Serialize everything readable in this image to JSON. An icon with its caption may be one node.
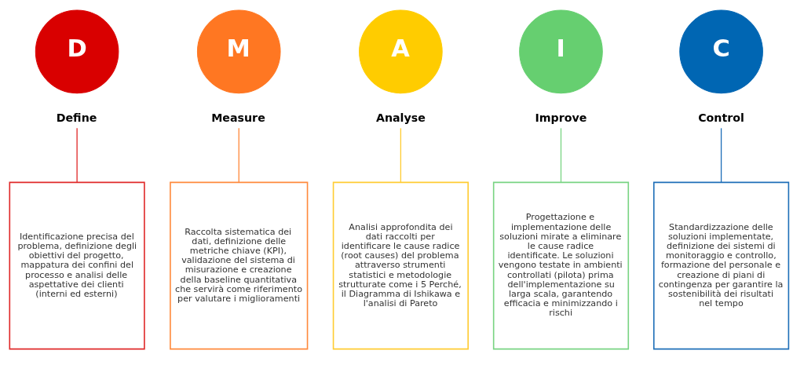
{
  "diagram": {
    "nodes": [
      {
        "text": [
          "D"
        ]
      },
      {
        "text": [
          "M"
        ]
      },
      {
        "text": [
          "A"
        ]
      },
      {
        "text": [
          "I"
        ]
      },
      {
        "text": [
          "C"
        ]
      },
      {
        "text": [
          "Define"
        ]
      },
      {
        "text": [
          "Measure"
        ]
      },
      {
        "text": [
          "Analyse"
        ]
      },
      {
        "text": [
          "Improve"
        ]
      },
      {
        "text": [
          "Control"
        ]
      },
      {
        "text": [
          "Identificazione precisa del problema, definizione degli obiettivi del progetto, mappatura dei confini del processo e analisi delle aspettative dei clienti (interni ed esterni)"
        ]
      },
      {
        "text": [
          "Raccolta sistematica dei dati, definizione delle metriche chiave (KPI), validazione del sistema di misurazione e creazione della baseline quantitativa che servirà come riferimento per valutare i miglioramenti"
        ]
      },
      {
        "text": [
          "Analisi approfondita dei dati raccolti per identificare le cause radice (root causes) del problema attraverso strumenti statistici e metodologie strutturate come i 5 Perché, il Diagramma di Ishikawa e l'analisi di Pareto"
        ]
      },
      {
        "text": [
          "Progettazione e implementazione delle soluzioni mirate a eliminare le cause radice identificate. Le soluzioni vengono testate in ambienti controllati (pilota) prima dell'implementazione su larga scala, garantendo efficacia e minimizzando i rischi"
        ]
      },
      {
        "text": [
          "Standardizzazione delle soluzioni implementate, definizione dei sistemi di monitoraggio e controllo, formazione del personale e creazione di piani di contingenza per garantire la sostenibilità dei risultati nel tempo"
        ]
      }
    ],
    "edges": [
      {
        "from": 5,
        "to": 10,
        "arrow": "none",
        "color": "#e02a2a"
      },
      {
        "from": 6,
        "to": 11,
        "arrow": "none",
        "color": "#ff8a3d"
      },
      {
        "from": 7,
        "to": 12,
        "arrow": "none",
        "color": "#ffcc33"
      },
      {
        "from": 8,
        "to": 13,
        "arrow": "none",
        "color": "#79d483"
      },
      {
        "from": 9,
        "to": 14,
        "arrow": "none",
        "color": "#1f6fb8"
      }
    ]
  }
}
